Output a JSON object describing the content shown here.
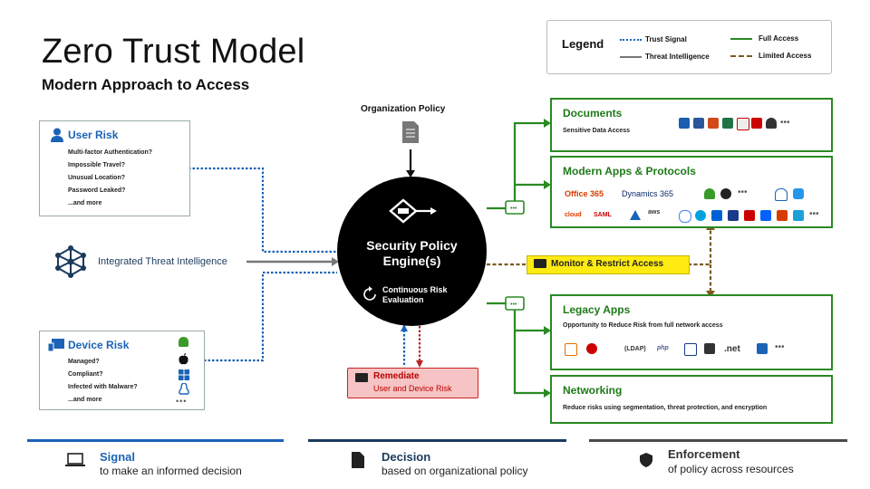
{
  "title": "Zero Trust Model",
  "subtitle": "Modern Approach to Access",
  "legend": {
    "title": "Legend",
    "trust_signal": "Trust Signal",
    "threat_intel": "Threat Intelligence",
    "full_access": "Full Access",
    "limited_access": "Limited Access"
  },
  "org_policy": "Organization Policy",
  "user_risk": {
    "title": "User Risk",
    "items": [
      "Multi-factor Authentication?",
      "Impossible Travel?",
      "Unusual Location?",
      "Password Leaked?",
      "...and more"
    ]
  },
  "threat_intel_label": "Integrated Threat Intelligence",
  "device_risk": {
    "title": "Device Risk",
    "items": [
      "Managed?",
      "Compliant?",
      "Infected with Malware?",
      "...and more"
    ]
  },
  "engine": {
    "title_line1": "Security Policy",
    "title_line2": "Engine(s)",
    "cre_line1": "Continuous Risk",
    "cre_line2": "Evaluation"
  },
  "monitor": "Monitor & Restrict Access",
  "remediate": {
    "title": "Remediate",
    "sub": "User and Device Risk"
  },
  "documents": {
    "title": "Documents",
    "sub": "Sensitive Data Access"
  },
  "modern_apps": {
    "title": "Modern Apps & Protocols",
    "office365": "Office 365",
    "dynamics365": "Dynamics 365",
    "chips": [
      "cloud",
      "SAML",
      "aws"
    ]
  },
  "legacy": {
    "title": "Legacy Apps",
    "sub": "Opportunity to Reduce Risk from full network access",
    "ldap": "(LDAP)",
    "net": ".net",
    "php": "php"
  },
  "networking": {
    "title": "Networking",
    "sub": "Reduce risks using segmentation, threat protection, and encryption"
  },
  "more": "•••",
  "footer": {
    "signal": {
      "title": "Signal",
      "sub": "to make an informed decision"
    },
    "decision": {
      "title": "Decision",
      "sub": "based on organizational policy"
    },
    "enforcement": {
      "title": "Enforcement",
      "sub": "of policy across resources"
    }
  },
  "colors": {
    "blue": "#1b63b6",
    "green": "#2a8a23",
    "brown": "#7a5a1e",
    "red": "#c22",
    "yellow": "#ffeb12",
    "gray": "#707070"
  }
}
